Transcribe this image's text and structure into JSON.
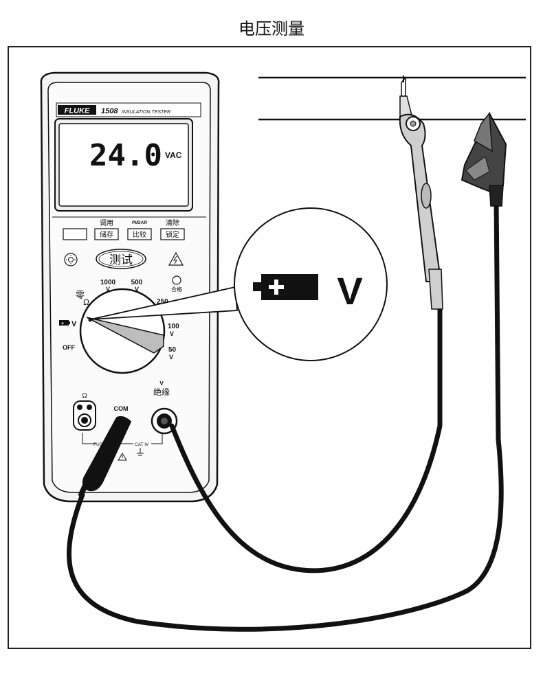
{
  "title": "电压测量",
  "meter": {
    "brand": "FLUKE",
    "model": "1508",
    "model_desc": "INSULATION TESTER",
    "display_value": "24.0",
    "display_unit": "VAC",
    "btn_top_labels": [
      "调用",
      "PI/DAR",
      "清除"
    ],
    "btn_labels": [
      "储存",
      "比较",
      "锁定"
    ],
    "test_button": "测试",
    "pass_label": "合格",
    "dial": {
      "zero_label": "零",
      "ohm": "Ω",
      "v_label": "V",
      "off": "OFF",
      "r1000": "1000",
      "r500": "500",
      "r250": "250",
      "r100": "100",
      "r50": "50",
      "v_small": "V"
    },
    "jacks": {
      "ohm": "Ω",
      "com": "COM",
      "v": "V",
      "insul": "绝缘",
      "fuse": "FUSE",
      "cat": "CAT Ⅳ"
    }
  },
  "callout": {
    "symbol": "battery-plus-icon",
    "v": "V"
  },
  "colors": {
    "line": "#111111",
    "meter_body": "#f2f2f2",
    "lcd": "#ffffff",
    "dial_pointer": "#bdbdbd"
  }
}
